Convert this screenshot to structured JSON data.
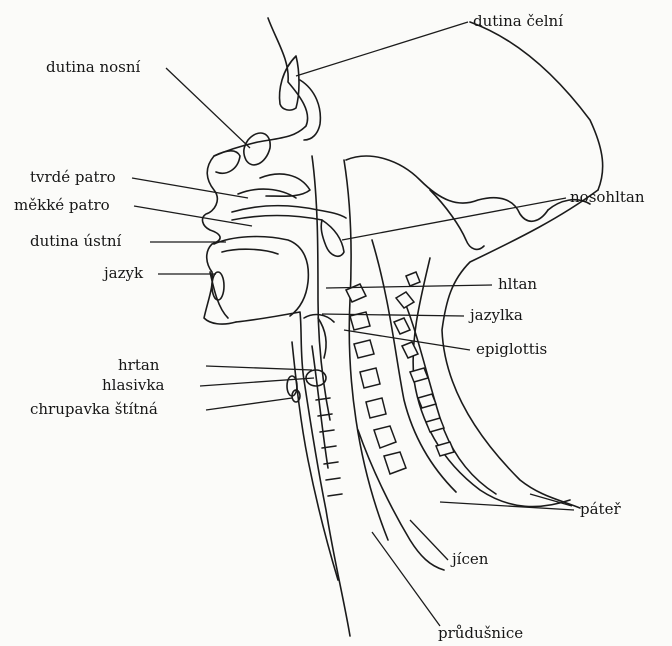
{
  "labels": {
    "dutina_celni": "dutina čelní",
    "dutina_nosni": "dutina nosní",
    "tvrde_patro": "tvrdé patro",
    "mekke_patro": "měkké patro",
    "dutina_ustni": "dutina ústní",
    "jazyk": "jazyk",
    "nosohltan": "nosohltan",
    "hltan": "hltan",
    "jazylka": "jazylka",
    "epiglottis": "epiglottis",
    "hrtan": "hrtan",
    "hlasivka": "hlasivka",
    "chrupavka_stitna": "chrupavka štítná",
    "pater": "páteř",
    "jicen": "jícen",
    "prudusnice": "průdušnice"
  }
}
